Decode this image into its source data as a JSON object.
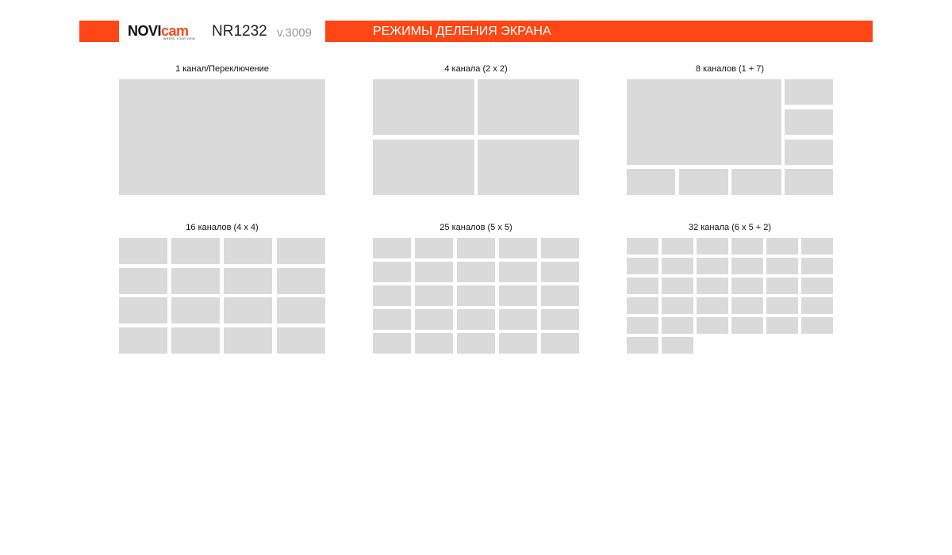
{
  "header": {
    "logo_pre": "NOVI",
    "logo_accent": "cam",
    "logo_tagline": "WHERE YOUR VIEW",
    "model": "NR1232",
    "version": "v.3009",
    "title": "РЕЖИМЫ ДЕЛЕНИЯ ЭКРАНА"
  },
  "colors": {
    "accent": "#ff4614",
    "cell": "#dadada"
  },
  "modes": [
    {
      "label": "1 канал/Переключение",
      "cells": 1
    },
    {
      "label": "4 канала (2 х 2)",
      "cells": 4
    },
    {
      "label": "8 каналов (1 + 7)",
      "cells": 8
    },
    {
      "label": "16 каналов (4 х 4)",
      "cells": 16
    },
    {
      "label": "25 каналов (5 х 5)",
      "cells": 25
    },
    {
      "label": "32 канала (6 х 5 + 2)",
      "cells": 32
    }
  ]
}
